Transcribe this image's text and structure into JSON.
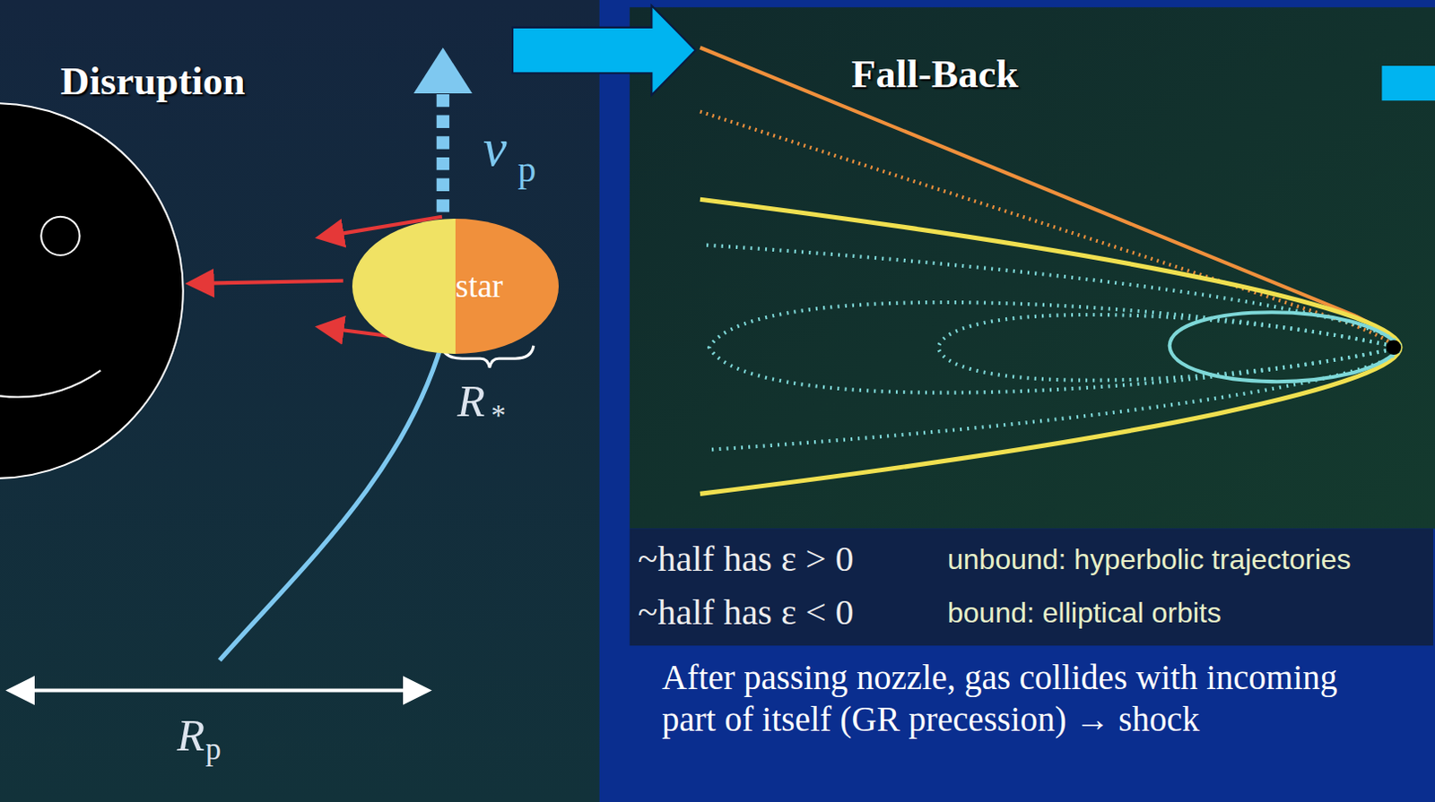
{
  "diagram": {
    "nodes": [
      {
        "text": [
          "star"
        ]
      }
    ],
    "labels": [
      "Disruption",
      "v",
      "p",
      "R",
      "*",
      "R",
      "p",
      "Fall-Back",
      "~half has ε > 0",
      "unbound: hyperbolic trajectories",
      "~half has ε < 0",
      "bound: elliptical orbits",
      "After passing nozzle, gas collides with incoming part of itself (GR precession) → shock"
    ]
  }
}
